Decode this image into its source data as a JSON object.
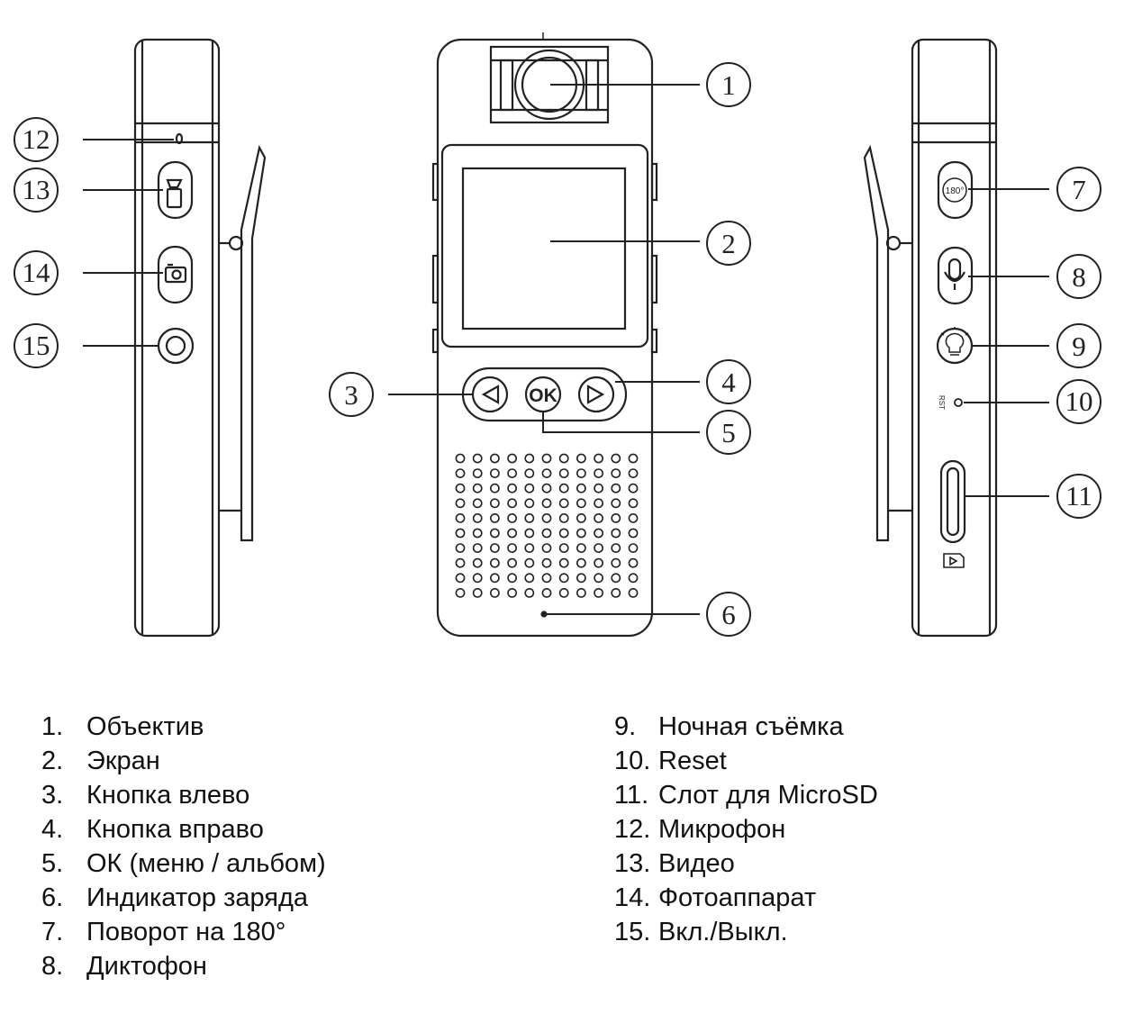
{
  "callouts": [
    "1",
    "2",
    "3",
    "4",
    "5",
    "6",
    "7",
    "8",
    "9",
    "10",
    "11",
    "12",
    "13",
    "14",
    "15"
  ],
  "device": {
    "ok_button": "OK",
    "rotate_button": "180°",
    "reset_label": "RST"
  },
  "legend": {
    "left": [
      {
        "num": "1.",
        "label": "Объектив"
      },
      {
        "num": "2.",
        "label": "Экран"
      },
      {
        "num": "3.",
        "label": "Кнопка влево"
      },
      {
        "num": "4.",
        "label": "Кнопка вправо"
      },
      {
        "num": "5.",
        "label": "ОК (меню / альбом)"
      },
      {
        "num": "6.",
        "label": "Индикатор заряда"
      },
      {
        "num": "7.",
        "label": "Поворот на 180°"
      },
      {
        "num": "8.",
        "label": "Диктофон"
      }
    ],
    "right": [
      {
        "num": "9.",
        "label": "Ночная съёмка"
      },
      {
        "num": "10.",
        "label": "Reset"
      },
      {
        "num": "11.",
        "label": "Слот для MicroSD"
      },
      {
        "num": "12.",
        "label": "Микрофон"
      },
      {
        "num": "13.",
        "label": "Видео"
      },
      {
        "num": "14.",
        "label": "Фотоаппарат"
      },
      {
        "num": "15.",
        "label": "Вкл./Выкл."
      }
    ]
  }
}
